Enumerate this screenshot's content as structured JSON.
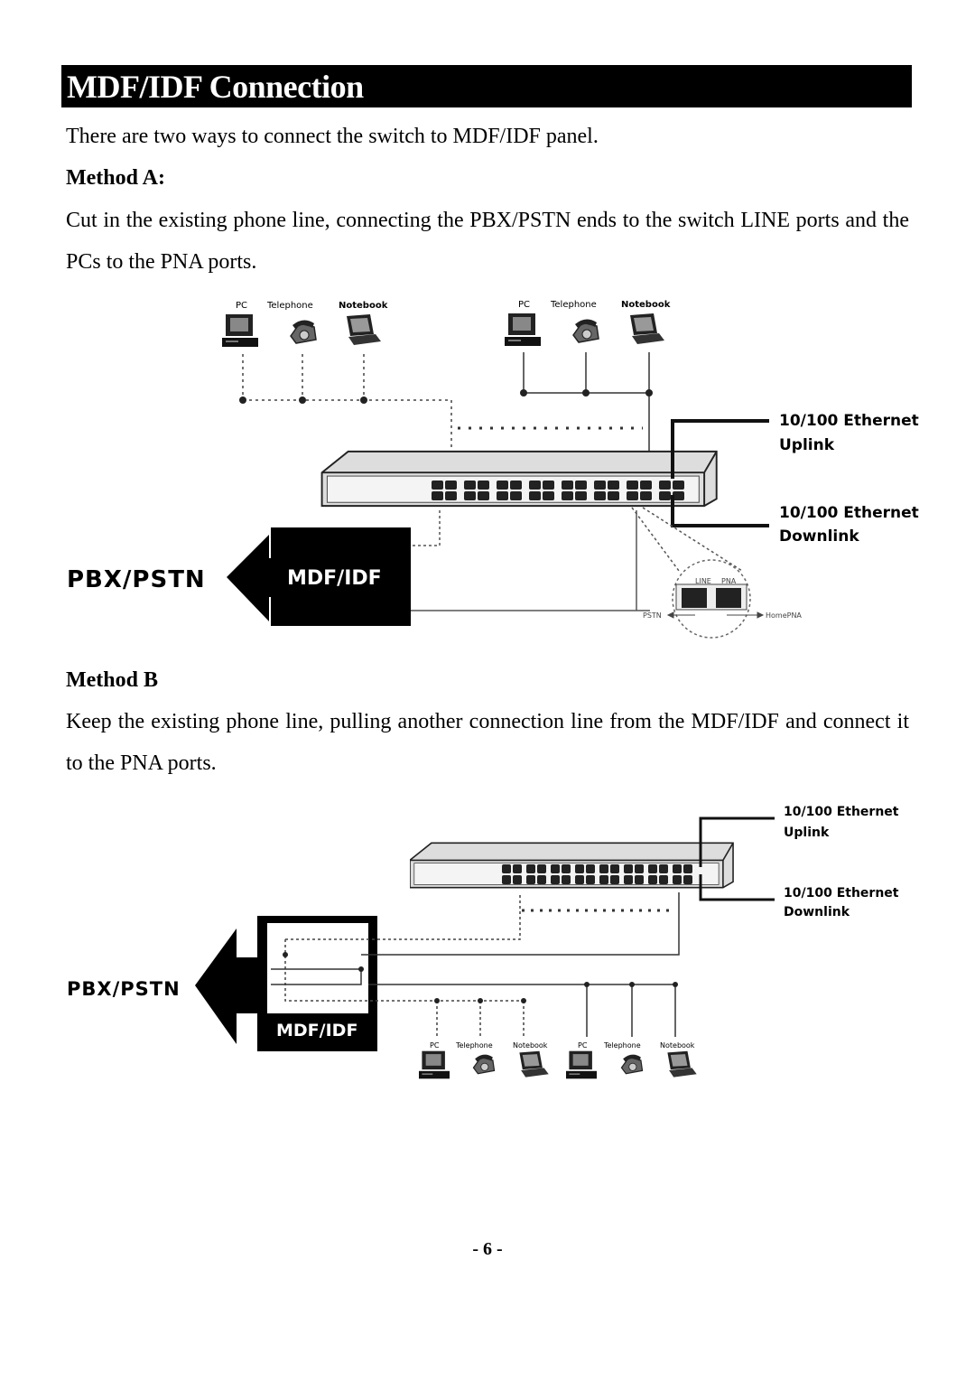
{
  "page": {
    "title": "MDF/IDF Connection",
    "intro": "There are two ways to connect the switch to MDF/IDF panel.",
    "method_a": {
      "heading": "Method A:",
      "text": "Cut in the existing phone line, connecting the PBX/PSTN ends to the switch LINE ports and the PCs to the PNA ports."
    },
    "method_b": {
      "heading": "Method B",
      "text": "Keep the existing phone line, pulling another connection line from the MDF/IDF and connect it to the PNA ports."
    },
    "page_number": "- 6 -"
  },
  "diagram_a": {
    "devices_left": [
      "PC",
      "Telephone",
      "Notebook"
    ],
    "devices_right": [
      "PC",
      "Telephone",
      "Notebook"
    ],
    "uplink_label": [
      "10/100 Ethernet",
      "Uplink"
    ],
    "downlink_label": [
      "10/100 Ethernet",
      "Downlink"
    ],
    "pbx_label": "PBX/PSTN",
    "mdf_label": "MDF/IDF",
    "port_labels": [
      "LINE",
      "PNA"
    ],
    "pstn_label": "PSTN",
    "homepna_label": "HomePNA"
  },
  "diagram_b": {
    "uplink_label": [
      "10/100 Ethernet",
      "Uplink"
    ],
    "downlink_label": [
      "10/100 Ethernet",
      "Downlink"
    ],
    "pbx_label": "PBX/PSTN",
    "mdf_label": "MDF/IDF",
    "devices": [
      "PC",
      "Telephone",
      "Notebook",
      "PC",
      "Telephone",
      "Notebook"
    ]
  }
}
